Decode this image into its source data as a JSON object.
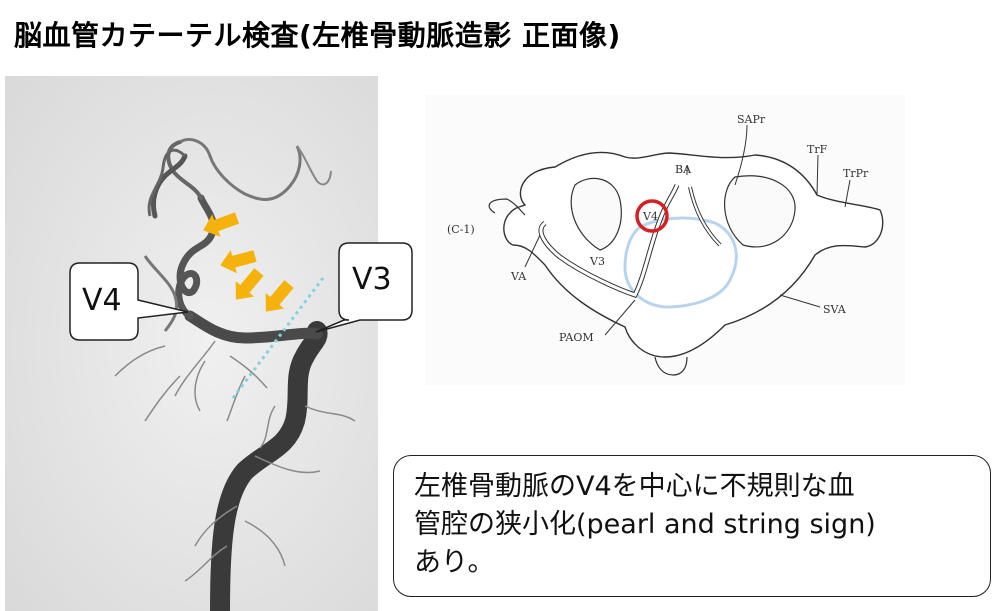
{
  "title": "脳血管カテーテル検査(左椎骨動脈造影 正面像)",
  "callouts": {
    "v4": "V4",
    "v3": "V3"
  },
  "diagram_labels": {
    "c1": "(C-1)",
    "sapr": "SAPr",
    "trf": "TrF",
    "trpr": "TrPr",
    "ba": "BA",
    "v4": "V4",
    "v3": "V3",
    "va": "VA",
    "sva": "SVA",
    "paom": "PAOM"
  },
  "note": {
    "lines": [
      "左椎骨動脈のV4を中心に不規則な血",
      "管腔の狭小化(pearl and string sign)",
      "あり。"
    ]
  },
  "colors": {
    "arrow": "#f5b20a",
    "highlight_circle": "#d62020",
    "dotted_line": "#7fd3e0",
    "canal_outline": "#b9d3ef"
  }
}
